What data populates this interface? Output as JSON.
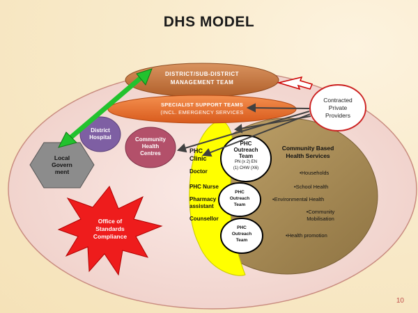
{
  "slide": {
    "title": "DHS MODEL",
    "page_number": "10"
  },
  "nodes": {
    "management": [
      "DISTRICT/SUB-DISTRICT",
      "MANAGEMENT  TEAM"
    ],
    "specialist": [
      "SPECIALIST  SUPPORT  TEAMS",
      "(INCL. EMERGENCY  SERVICES"
    ],
    "contracted": [
      "Contracted",
      "Private",
      "Providers"
    ],
    "district_hospital": [
      "District",
      "Hospital"
    ],
    "community_centre": [
      "Community",
      "Health",
      "Centres"
    ],
    "local_gov": [
      "Local",
      "Govern",
      "ment"
    ],
    "standards": [
      "Office of",
      "Standards",
      "Compliance"
    ],
    "phc_clinic": [
      "PHC",
      "Clinic"
    ],
    "clinic_staff": [
      "Doctor",
      "PHC Nurse",
      "Pharmacy",
      "assistant",
      "Counsellor"
    ],
    "outreach_main": [
      "PHC",
      "Outreach",
      "Team",
      "PN (x 2) EN",
      "(1) CHW (X6)"
    ],
    "outreach_small_1": [
      "PHC",
      "Outreach",
      "Team"
    ],
    "outreach_small_2": [
      "PHC",
      "Outreach",
      "Team"
    ],
    "community_services": {
      "heading": [
        "Community Based",
        "Health Services"
      ],
      "items": [
        "•Households",
        "•School Health",
        "•Environmental Health",
        "•Community",
        "Mobilisation",
        "•Health promotion"
      ]
    }
  },
  "colors": {
    "outer_ellipse": "#f3dcd6",
    "management": "#c0703a",
    "specialist": "#e9692c",
    "district_hospital": "#7e5fa3",
    "community_centre": "#b3506a",
    "local_gov": "#8c8c8c",
    "standards": "#ee1c1c",
    "phc_yellow": "#ffff00",
    "community_services": "#a58a52",
    "arrow_green": "#22c22e",
    "arrow_red": "#cc0000"
  }
}
